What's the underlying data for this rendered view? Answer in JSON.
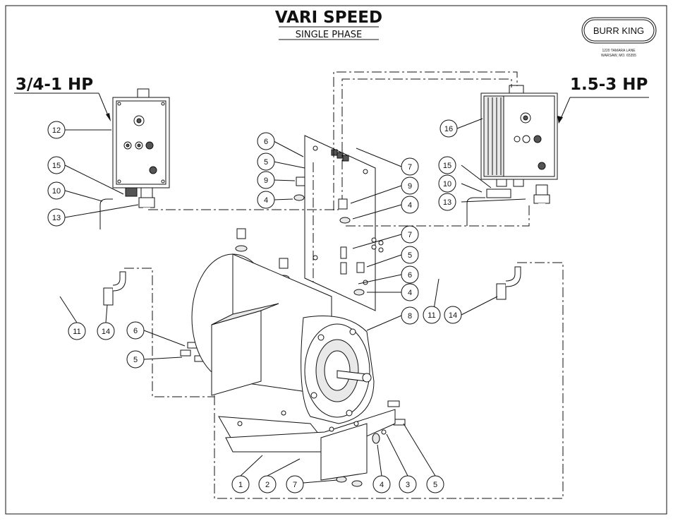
{
  "title": "VARI SPEED",
  "subtitle": "SINGLE PHASE",
  "brand": {
    "name": "BURR KING",
    "address_line1": "1220 TAMARA LANE",
    "address_line2": "WARSAW, MO. 65355"
  },
  "left_label": "3/4-1 HP",
  "right_label": "1.5-3 HP",
  "balloons": [
    "12",
    "15",
    "10",
    "13",
    "11",
    "14",
    "6",
    "5",
    "9",
    "4",
    "7",
    "9",
    "4",
    "7",
    "5",
    "6",
    "4",
    "8",
    "6",
    "5",
    "1",
    "2",
    "7",
    "4",
    "3",
    "5",
    "16",
    "15",
    "10",
    "13",
    "11",
    "14"
  ]
}
